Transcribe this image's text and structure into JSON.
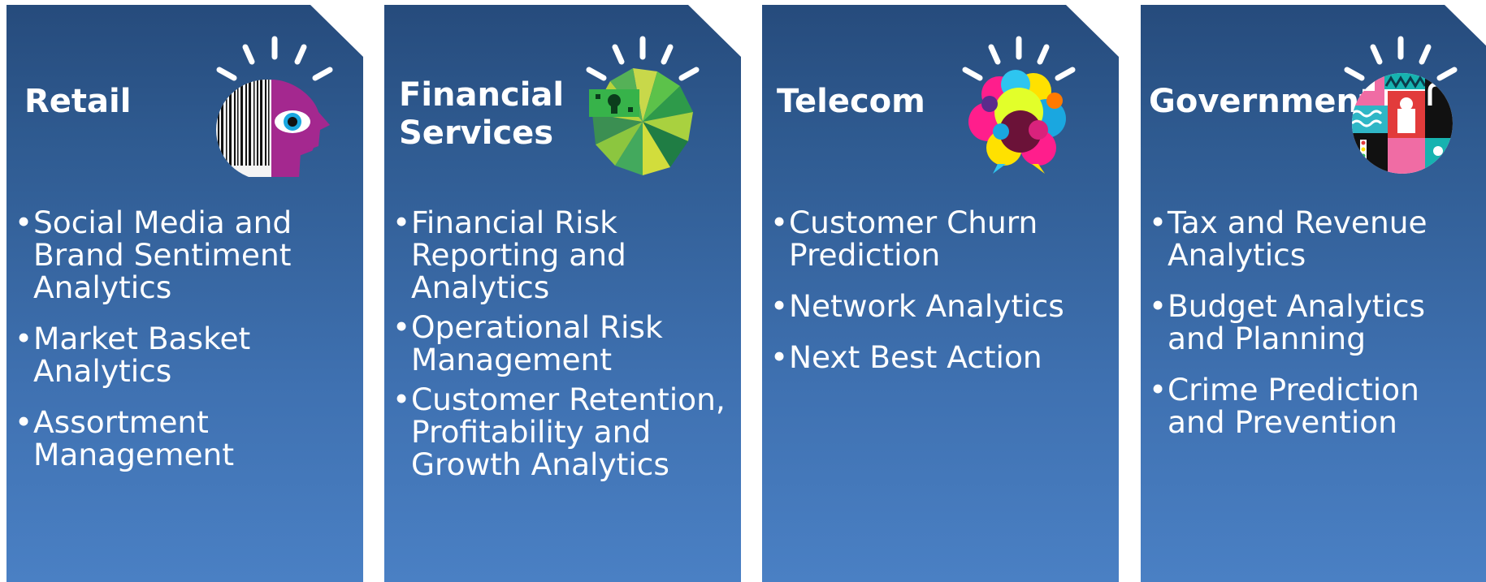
{
  "cards": [
    {
      "title": "Retail",
      "icon": "barcode-face-icon",
      "bullets": [
        "Social Media and\nBrand Sentiment\nAnalytics",
        "Market Basket\nAnalytics",
        "Assortment\nManagement"
      ]
    },
    {
      "title": "Financial\nServices",
      "icon": "green-pinwheel-icon",
      "bullets": [
        "Financial Risk\nReporting and\nAnalytics",
        "Operational Risk\nManagement",
        "Customer Retention,\nProfitability and\nGrowth Analytics"
      ]
    },
    {
      "title": "Telecom",
      "icon": "speech-bubbles-icon",
      "bullets": [
        "Customer Churn\nPrediction",
        "Network Analytics",
        "Next Best Action"
      ]
    },
    {
      "title": "Government",
      "icon": "city-mosaic-icon",
      "bullets": [
        "Tax and Revenue\nAnalytics",
        "Budget Analytics\nand Planning",
        "Crime Prediction\nand Prevention"
      ]
    }
  ],
  "bullet_char": "•",
  "colors": {
    "card_top": "#264b7c",
    "card_bottom": "#4a80c4",
    "text": "#ffffff",
    "retail_accent": "#a4288f",
    "finance_accent": "#5cc24a"
  }
}
